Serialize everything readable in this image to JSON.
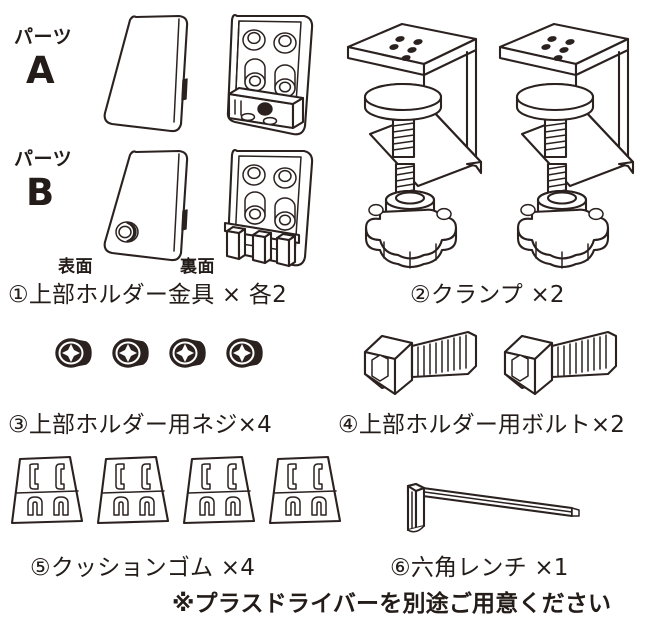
{
  "document": {
    "kind": "parts-list-diagram",
    "language": "ja",
    "background_color": "#ffffff",
    "line_color": "#2b2220"
  },
  "part_groups": [
    {
      "label_word": "パーツ",
      "label_letter": "A",
      "views": [
        "front-shell",
        "back-bracket"
      ]
    },
    {
      "label_word": "パーツ",
      "label_letter": "B",
      "views": [
        "front-shell-with-hole",
        "back-bracket-with-fins"
      ]
    }
  ],
  "view_labels": {
    "front": "表面",
    "back": "裏面"
  },
  "items": [
    {
      "number": "①",
      "caption": "①上部ホルダー金具 × 各2",
      "name": "上部ホルダー金具",
      "quantity": "各2",
      "icon": "upper-holder-bracket"
    },
    {
      "number": "②",
      "caption": "②クランプ ×2",
      "name": "クランプ",
      "quantity": "2",
      "icon": "desk-clamp"
    },
    {
      "number": "③",
      "caption": "③上部ホルダー用ネジ×4",
      "name": "上部ホルダー用ネジ",
      "quantity": "4",
      "icon": "phillips-screw"
    },
    {
      "number": "④",
      "caption": "④上部ホルダー用ボルト×2",
      "name": "上部ホルダー用ボルト",
      "quantity": "2",
      "icon": "hex-socket-bolt"
    },
    {
      "number": "⑤",
      "caption": "⑤クッションゴム ×4",
      "name": "クッションゴム",
      "quantity": "4",
      "icon": "rubber-cushion"
    },
    {
      "number": "⑥",
      "caption": "⑥六角レンチ ×1",
      "name": "六角レンチ",
      "quantity": "1",
      "icon": "hex-wrench"
    }
  ],
  "footnote": {
    "text": "※プラスドライバーを別途ご用意ください"
  }
}
